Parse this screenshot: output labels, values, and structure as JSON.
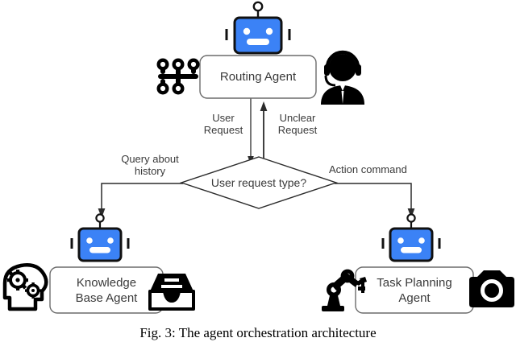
{
  "figure": {
    "caption": "Fig. 3: The agent orchestration architecture",
    "background_color": "#ffffff",
    "robot_face_color": "#3b82f6",
    "stroke_color": "#000000",
    "text_color": "#3a3a3a"
  },
  "nodes": {
    "routing_agent": {
      "label": "Routing Agent",
      "shape": "rounded-rectangle"
    },
    "decision": {
      "label": "User request type?",
      "shape": "diamond"
    },
    "knowledge_base_agent": {
      "label": "Knowledge\nBase Agent",
      "shape": "rounded-rectangle"
    },
    "task_planning_agent": {
      "label": "Task Planning\nAgent",
      "shape": "rounded-rectangle"
    }
  },
  "edges": {
    "user_request": {
      "label": "User\nRequest",
      "direction": "down"
    },
    "unclear_request": {
      "label": "Unclear\nRequest",
      "direction": "up"
    },
    "query_about_history": {
      "label": "Query about\nhistory",
      "direction": "left-down"
    },
    "action_command": {
      "label": "Action command",
      "direction": "right-down"
    }
  },
  "icons": {
    "gear_shifter": "gear-shifter-icon",
    "support_person": "headset-person-icon",
    "brain_gears": "head-with-gears-icon",
    "file_archive": "file-archive-icon",
    "robot_arm": "robotic-arm-icon",
    "camera": "camera-icon",
    "robot_head": "robot-head-icon"
  }
}
